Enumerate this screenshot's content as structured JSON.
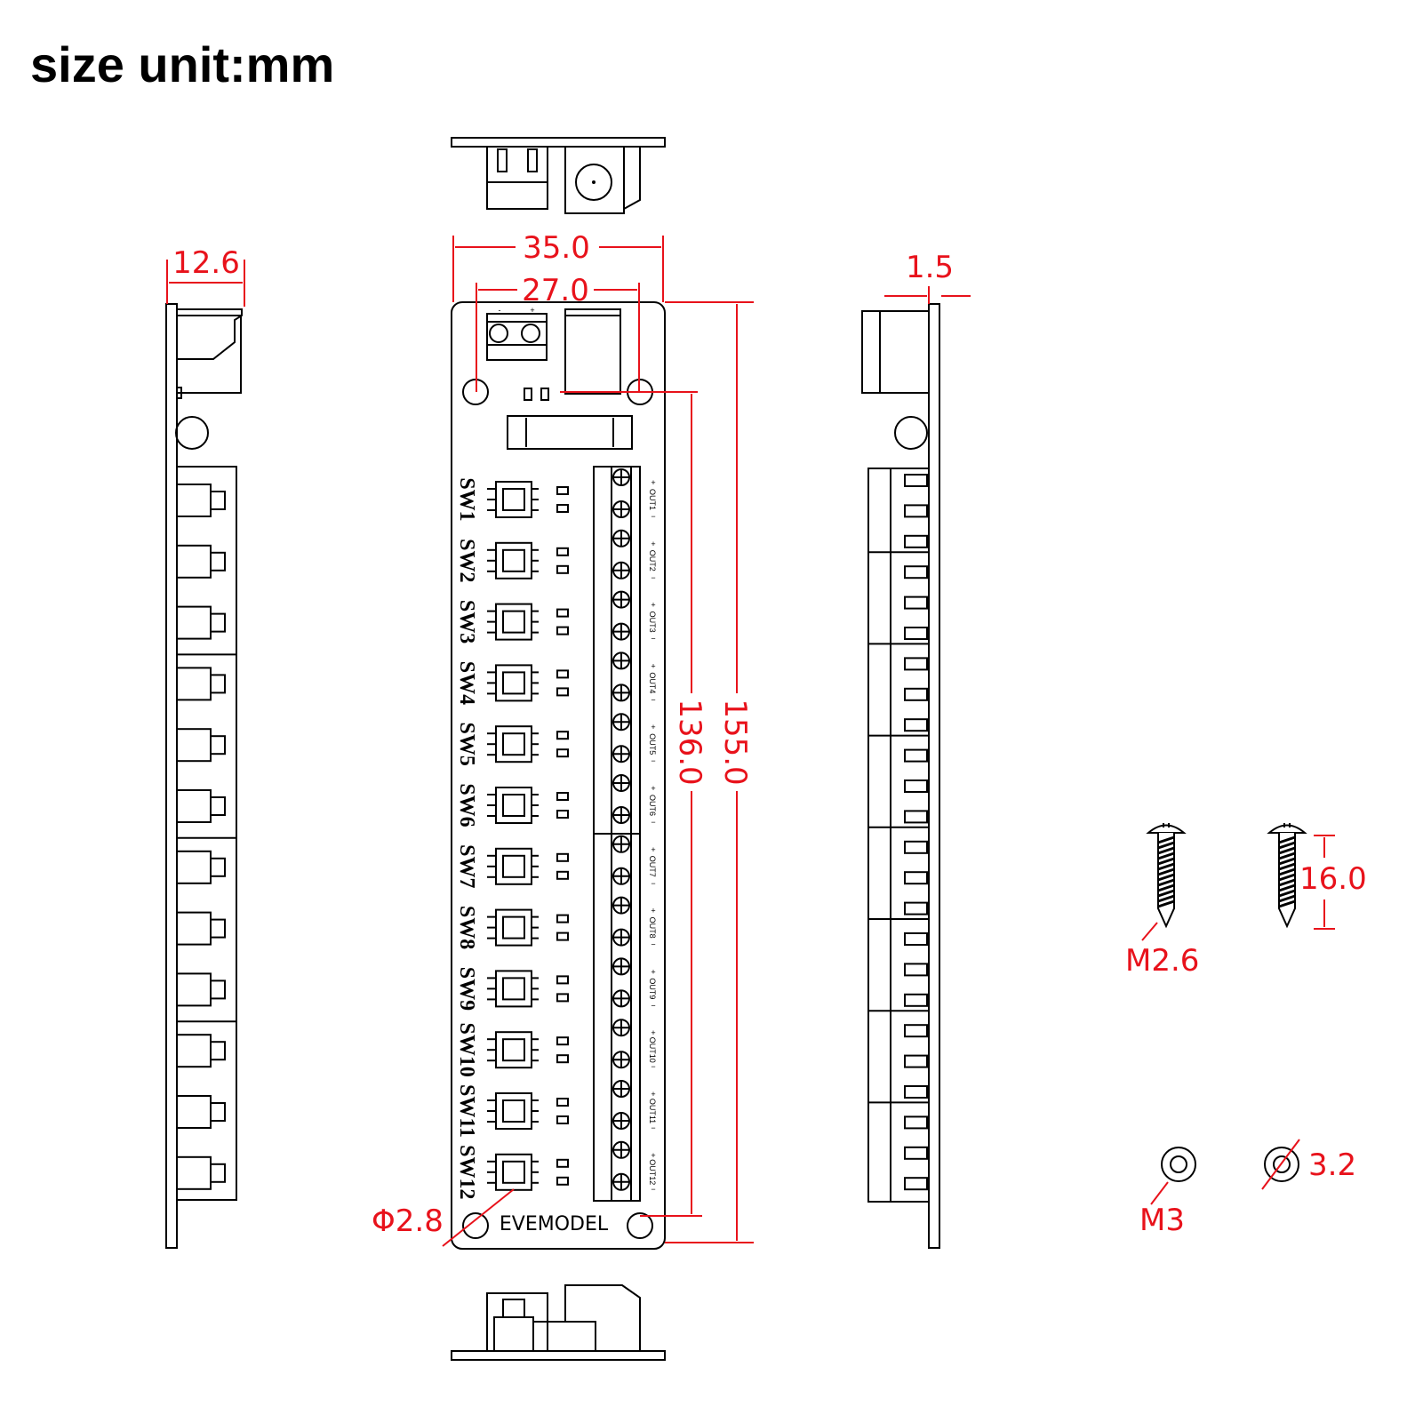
{
  "title": "size unit:mm",
  "dimensions": {
    "side_depth": "12.6",
    "board_width": "35.0",
    "hole_spacing_x": "27.0",
    "pcb_thickness": "1.5",
    "hole_spacing_y": "136.0",
    "board_length": "155.0",
    "hole_diameter": "Φ2.8",
    "screw_length": "16.0",
    "screw_size": "M2.6",
    "washer_size": "M3",
    "washer_inner": "3.2"
  },
  "board": {
    "brand": "EVEMODEL",
    "input_minus": "-",
    "input_plus": "+",
    "switches": [
      "SW1",
      "SW2",
      "SW3",
      "SW4",
      "SW5",
      "SW6",
      "SW7",
      "SW8",
      "SW9",
      "SW10",
      "SW11",
      "SW12"
    ],
    "outputs": [
      "OUT1",
      "OUT2",
      "OUT3",
      "OUT4",
      "OUT5",
      "OUT6",
      "OUT7",
      "OUT8",
      "OUT9",
      "OUT10",
      "OUT11",
      "OUT12"
    ],
    "plus_sign": "+",
    "minus_sign": "−"
  },
  "colors": {
    "dimension": "#e8121b",
    "outline": "#000000"
  }
}
